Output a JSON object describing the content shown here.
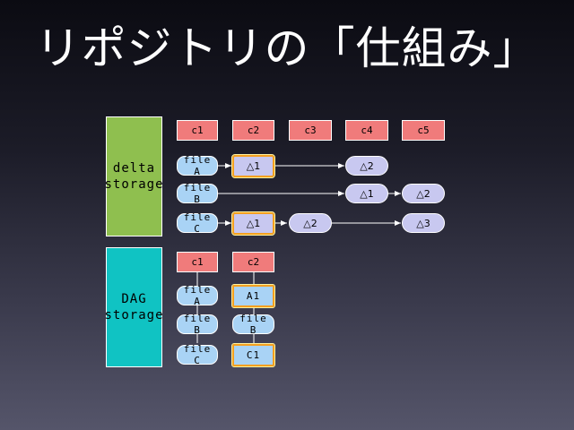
{
  "title": "リポジトリの「仕組み」",
  "delta_section": {
    "label_line1": "delta",
    "label_line2": "storage",
    "commits": [
      "c1",
      "c2",
      "c3",
      "c4",
      "c5"
    ],
    "files": [
      "file A",
      "file B",
      "file C"
    ],
    "deltas": {
      "fileA_c2": "△1",
      "fileA_c4": "△2",
      "fileB_c4": "△1",
      "fileB_c5": "△2",
      "fileC_c2": "△1",
      "fileC_c3": "△2",
      "fileC_c5": "△3"
    }
  },
  "dag_section": {
    "label_line1": "DAG",
    "label_line2": "storage",
    "commits": [
      "c1",
      "c2"
    ],
    "files": [
      "file A",
      "file B",
      "file C"
    ],
    "nodes_c2": [
      "A1",
      "file B",
      "C1"
    ]
  },
  "colors": {
    "commit": "#f07b7b",
    "file": "#a9d3f5",
    "delta": "#c8c8f0",
    "delta_storage": "#8fbf4f",
    "dag_storage": "#10c3c3",
    "highlight": "#f4a020"
  }
}
